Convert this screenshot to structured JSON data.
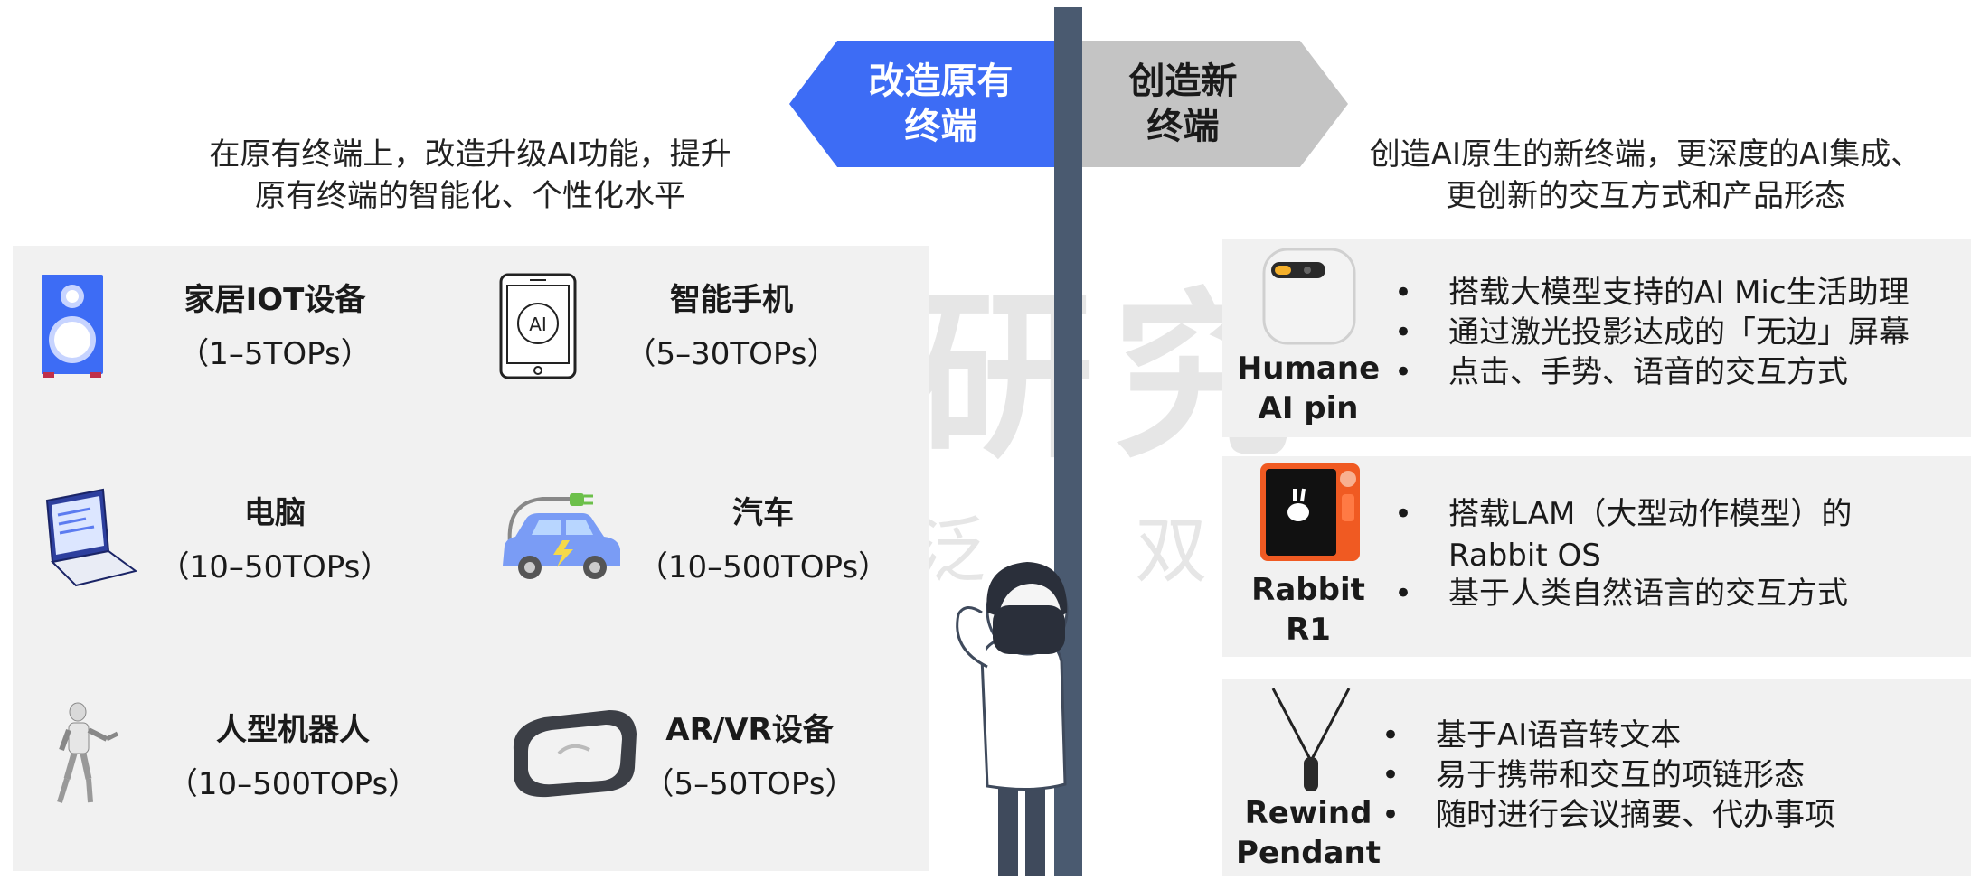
{
  "header": {
    "left_arrow": "改造原有\n终端",
    "right_arrow": "创造新\n终端",
    "left_desc": "在原有终端上，改造升级AI功能，提升\n原有终端的智能化、个性化水平",
    "right_desc": "创造AI原生的新终端，更深度的AI集成、\n更创新的交互方式和产品形态"
  },
  "watermark": {
    "big": "研究",
    "small": "泛 双 数"
  },
  "devices": [
    {
      "name": "家居IOT设备",
      "tops": "（1–5TOPs）",
      "icon": "speaker-icon"
    },
    {
      "name": "智能手机",
      "tops": "（5–30TOPs）",
      "icon": "smartphone-icon"
    },
    {
      "name": "电脑",
      "tops": "（10–50TOPs）",
      "icon": "laptop-icon"
    },
    {
      "name": "汽车",
      "tops": "（10–500TOPs）",
      "icon": "electric-car-icon"
    },
    {
      "name": "人型机器人",
      "tops": "（10–500TOPs）",
      "icon": "humanoid-robot-icon"
    },
    {
      "name": "AR/VR设备",
      "tops": "（5–50TOPs）",
      "icon": "vr-headset-icon"
    }
  ],
  "new_devices": [
    {
      "name": "Humane\nAI pin",
      "icon": "ai-pin-icon",
      "bullets": [
        "搭载大模型支持的AI Mic生活助理",
        "通过激光投影达成的「无边」屏幕",
        "点击、手势、语音的交互方式"
      ]
    },
    {
      "name": "Rabbit\nR1",
      "icon": "rabbit-r1-icon",
      "bullets": [
        "搭载LAM（大型动作模型）的",
        "基于人类自然语言的交互方式"
      ],
      "continuation": "Rabbit OS"
    },
    {
      "name": "Rewind\nPendant",
      "icon": "pendant-icon",
      "bullets": [
        "基于AI语音转文本",
        "易于携带和交互的项链形态",
        "随时进行会议摘要、代办事项"
      ]
    }
  ],
  "colors": {
    "blue": "#3d6cf5",
    "gray": "#c4c4c4",
    "pole": "#4a5a70",
    "panel": "#f1f1f1",
    "orange": "#f05a22"
  }
}
